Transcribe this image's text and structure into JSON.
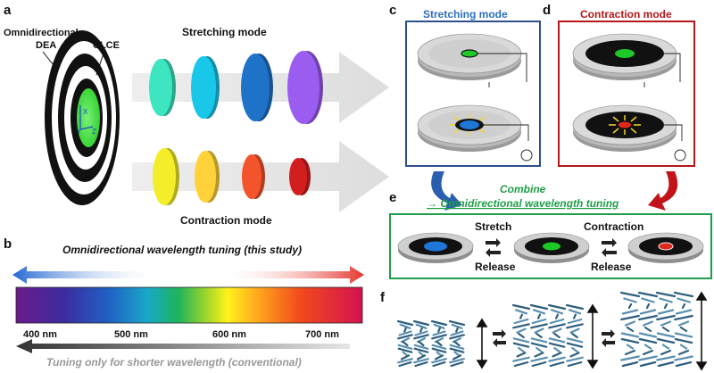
{
  "panels": {
    "a": "a",
    "b": "b",
    "c": "c",
    "d": "d",
    "e": "e",
    "f": "f"
  },
  "panel_a": {
    "dea_label_line1": "Omnidirectional",
    "dea_label_line2": "DEA",
    "clce_label": "CLCE",
    "stretching_label": "Stretching mode",
    "contraction_label": "Contraction mode",
    "stretch_colors": [
      "#3de6c0",
      "#19c7e8",
      "#1e72c8",
      "#9b5cf0"
    ],
    "contract_colors": [
      "#f4ee2a",
      "#ffd23a",
      "#f4542c",
      "#d31e20"
    ]
  },
  "panel_b": {
    "title": "Omnidirectional wavelength tuning (this study)",
    "ticks": [
      "400 nm",
      "500 nm",
      "600 nm",
      "700 nm"
    ],
    "conventional": "Tuning only for shorter wavelength (conventional)"
  },
  "panel_c": {
    "title": "Stretching mode",
    "border": "#2d4f8c",
    "dot": "#22c232"
  },
  "panel_d": {
    "title": "Contraction mode",
    "border": "#b5171a"
  },
  "panel_e": {
    "combine": "Combine",
    "subtitle": "→ Omnidirectional wavelength tuning",
    "stretch": "Stretch",
    "release1": "Release",
    "contraction": "Contraction",
    "release2": "Release",
    "accent": "#1e9e48"
  }
}
